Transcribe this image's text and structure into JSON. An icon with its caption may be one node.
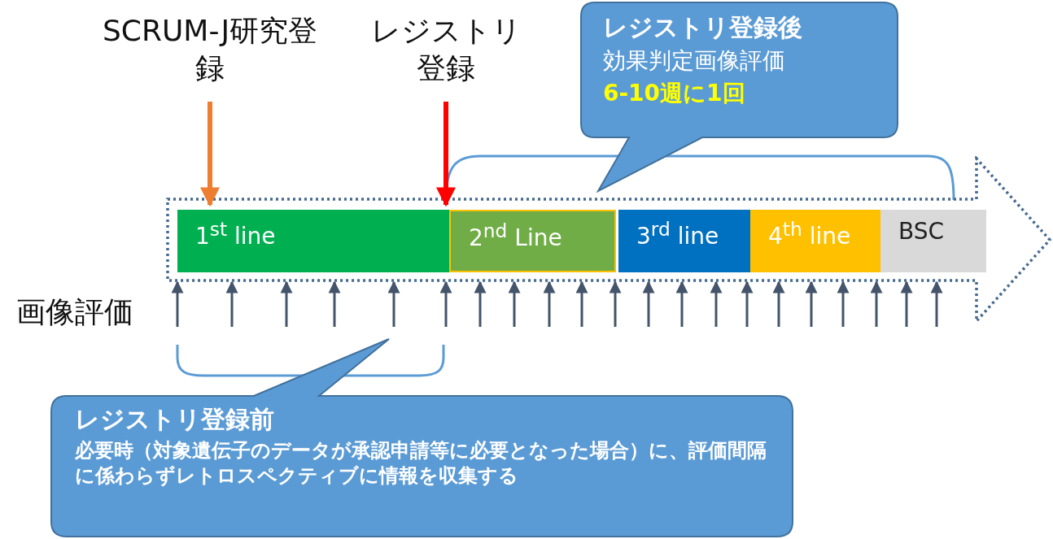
{
  "diagram": {
    "nodes": [
      {
        "text": [
          "SCRUM-J研究登録"
        ]
      },
      {
        "text": [
          "レジストリ登録"
        ]
      },
      {
        "text": [],
        "shape": "arrow"
      },
      {
        "text": [
          "1$^{st}$ line"
        ],
        "in": 2
      },
      {
        "text": [
          "2$^{nd}$ Line"
        ],
        "in": 2
      },
      {
        "text": [
          "3$^{rd}$ line"
        ],
        "in": 2
      },
      {
        "text": [
          "4$^{th}$ line"
        ],
        "in": 2
      },
      {
        "text": [
          "BSC"
        ],
        "in": 2
      },
      {
        "text": [
          "レジストリ登録後",
          "効果判定画像評価",
          "6-10週に1回"
        ]
      },
      {
        "text": [
          "レジストリ登録前",
          "必要時（対象遺伝子のデータが承認申請等に必要となった場合）に、評価間隔に係わらずレトロスペクティブに情報を収集する"
        ]
      }
    ],
    "edges": [
      {
        "from": 0,
        "to": 3,
        "arrow": "to",
        "style": "thick",
        "color": "#ed7d31"
      },
      {
        "from": 1,
        "to": 4,
        "arrow": "to",
        "style": "thick",
        "color": "#ff0000"
      },
      {
        "from": null,
        "to": 2,
        "arrow": "to"
      },
      {
        "from": null,
        "to": 2,
        "arrow": "to"
      },
      {
        "from": null,
        "to": 2,
        "arrow": "to"
      },
      {
        "from": null,
        "to": 2,
        "arrow": "to"
      },
      {
        "from": null,
        "to": 2,
        "arrow": "to"
      },
      {
        "from": null,
        "to": 2,
        "arrow": "to"
      },
      {
        "from": null,
        "to": 2,
        "arrow": "to"
      },
      {
        "from": null,
        "to": 2,
        "arrow": "to"
      },
      {
        "from": null,
        "to": 2,
        "arrow": "to"
      },
      {
        "from": null,
        "to": 2,
        "arrow": "to"
      },
      {
        "from": null,
        "to": 2,
        "arrow": "to"
      },
      {
        "from": null,
        "to": 2,
        "arrow": "to"
      },
      {
        "from": null,
        "to": 2,
        "arrow": "to"
      },
      {
        "from": null,
        "to": 2,
        "arrow": "to"
      },
      {
        "from": null,
        "to": 2,
        "arrow": "to"
      },
      {
        "from": null,
        "to": 2,
        "arrow": "to"
      },
      {
        "from": null,
        "to": 2,
        "arrow": "to"
      },
      {
        "from": null,
        "to": 2,
        "arrow": "to"
      },
      {
        "from": null,
        "to": 2,
        "arrow": "to"
      },
      {
        "from": null,
        "to": 2,
        "arrow": "to"
      },
      {
        "from": null,
        "to": 2,
        "arrow": "to"
      }
    ],
    "labels": [
      "画像評価"
    ]
  }
}
